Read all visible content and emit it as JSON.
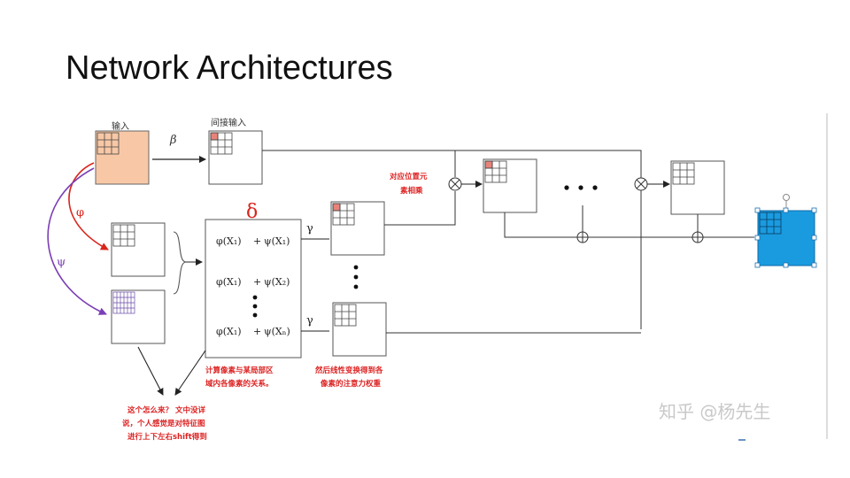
{
  "slide": {
    "title": "Network Architectures"
  },
  "diagram": {
    "input_label": "输入",
    "indirect_input_label": "间接输入",
    "beta": "β",
    "phi": "φ",
    "psi": "ψ",
    "delta": "δ",
    "gamma": "γ",
    "equations": [
      {
        "left": "φ(X₁)",
        "op": "+",
        "right": "ψ(X₁)"
      },
      {
        "left": "φ(X₁)",
        "op": "+",
        "right": "ψ(X₂)"
      },
      {
        "left": "φ(X₁)",
        "op": "+",
        "right": "ψ(Xₙ)"
      }
    ],
    "note_multiply": [
      "对应位置元",
      "素相乘"
    ],
    "note_compute": [
      "计算像素与某局部区",
      "域内各像素的关系。"
    ],
    "note_linear": [
      "然后线性变换得到各",
      "像素的注意力权重"
    ],
    "note_question": [
      "这个怎么来？ 文中没详",
      "说，个人感觉是对特征图",
      "进行上下左右shift得到"
    ],
    "watermark": "知乎 @杨先生",
    "colors": {
      "input_fill": "#f8c8a6",
      "output_fill": "#1a9be0",
      "note_red": "#d22222",
      "arrow_red": "#d9251c",
      "arrow_purple": "#7b3fb5"
    }
  }
}
